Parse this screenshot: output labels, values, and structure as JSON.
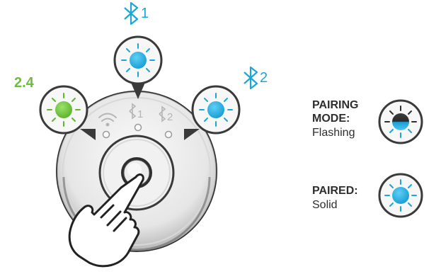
{
  "device": {
    "indicators": [
      {
        "id": "24",
        "label": "2.4",
        "color": "#6cbd3f",
        "icon": "wifi-icon"
      },
      {
        "id": "bt1",
        "label": "1",
        "color": "#1aa7d8",
        "icon": "bluetooth-icon"
      },
      {
        "id": "bt2",
        "label": "2",
        "color": "#1aa7d8",
        "icon": "bluetooth-icon"
      }
    ],
    "face_labels": [
      "1",
      "2"
    ]
  },
  "legend": {
    "pairing": {
      "title_line1": "PAIRING",
      "title_line2": "MODE:",
      "state": "Flashing",
      "icon": "half-lit-led-icon"
    },
    "paired": {
      "title": "PAIRED:",
      "state": "Solid",
      "icon": "solid-led-icon"
    }
  },
  "colors": {
    "green": "#6cbd3f",
    "blue": "#1aa7d8",
    "dark": "#2e2e2e",
    "ring": "#3a3a3a"
  }
}
